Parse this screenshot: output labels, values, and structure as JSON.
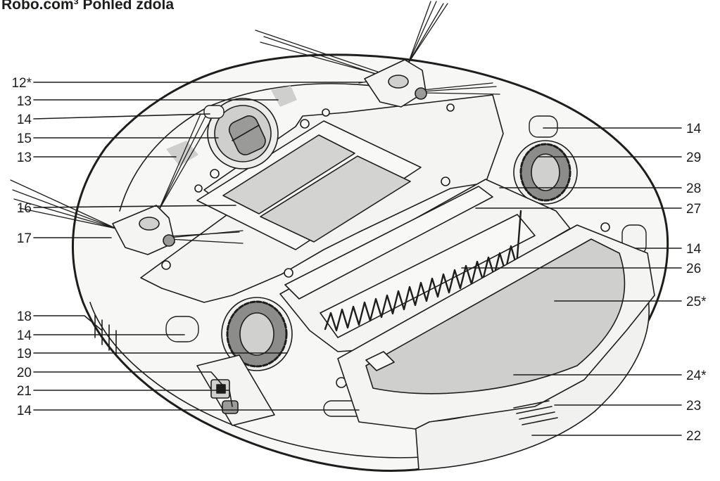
{
  "title": "Robo.com³ Pohled zdola",
  "colors": {
    "outline": "#1d1d1b",
    "body": "#f7f7f6",
    "shade": "#d8d8d6",
    "pad": "#cfcfcd",
    "tire": "#8c8c8a"
  },
  "callouts": {
    "left": [
      "12*",
      "13",
      "14",
      "15",
      "13",
      "16",
      "17",
      "18",
      "14",
      "19",
      "20",
      "21",
      "14"
    ],
    "right": [
      "14",
      "29",
      "28",
      "27",
      "14",
      "26",
      "25*",
      "24*",
      "23",
      "22"
    ]
  }
}
